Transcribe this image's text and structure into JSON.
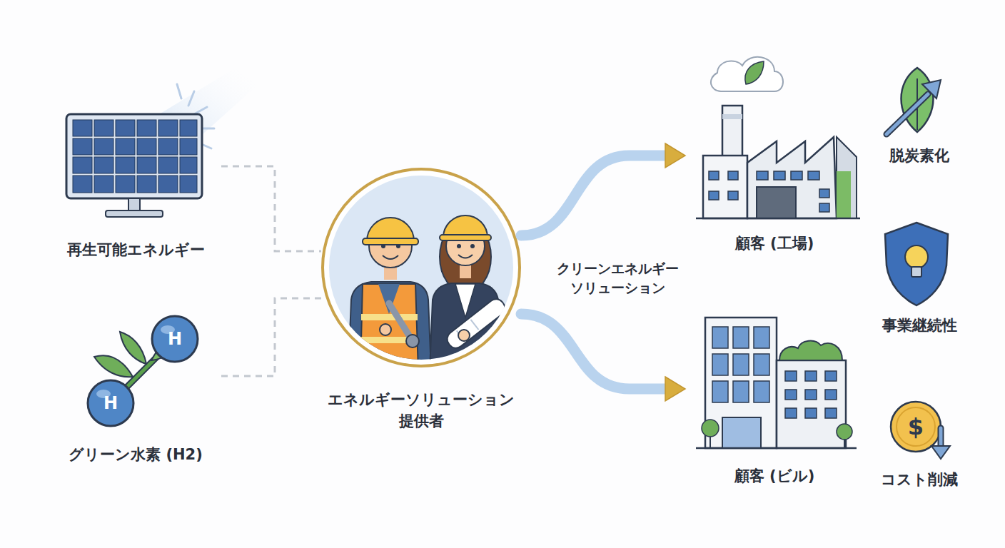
{
  "diagram": {
    "nodes": [
      {
        "text": [
          "再生可能エネルギー"
        ]
      },
      {
        "text": [
          "グリーン水素 (H2)"
        ]
      },
      {
        "text": [
          "エネルギーソリューション 提供者"
        ]
      },
      {
        "text": [
          "顧客 (工場)"
        ]
      },
      {
        "text": [
          "顧客 (ビル)"
        ]
      }
    ],
    "edges": [
      {
        "from": 0,
        "to": 2,
        "arrow": "none"
      },
      {
        "from": 1,
        "to": 2,
        "arrow": "none"
      },
      {
        "from": 2,
        "to": 3,
        "arrow": "to",
        "label": "クリーンエネルギー ソリューション"
      },
      {
        "from": 2,
        "to": 4,
        "arrow": "to"
      }
    ],
    "labels": [
      "H",
      "H",
      "脱炭素化",
      "事業継続性",
      "$",
      "コスト削減"
    ]
  }
}
